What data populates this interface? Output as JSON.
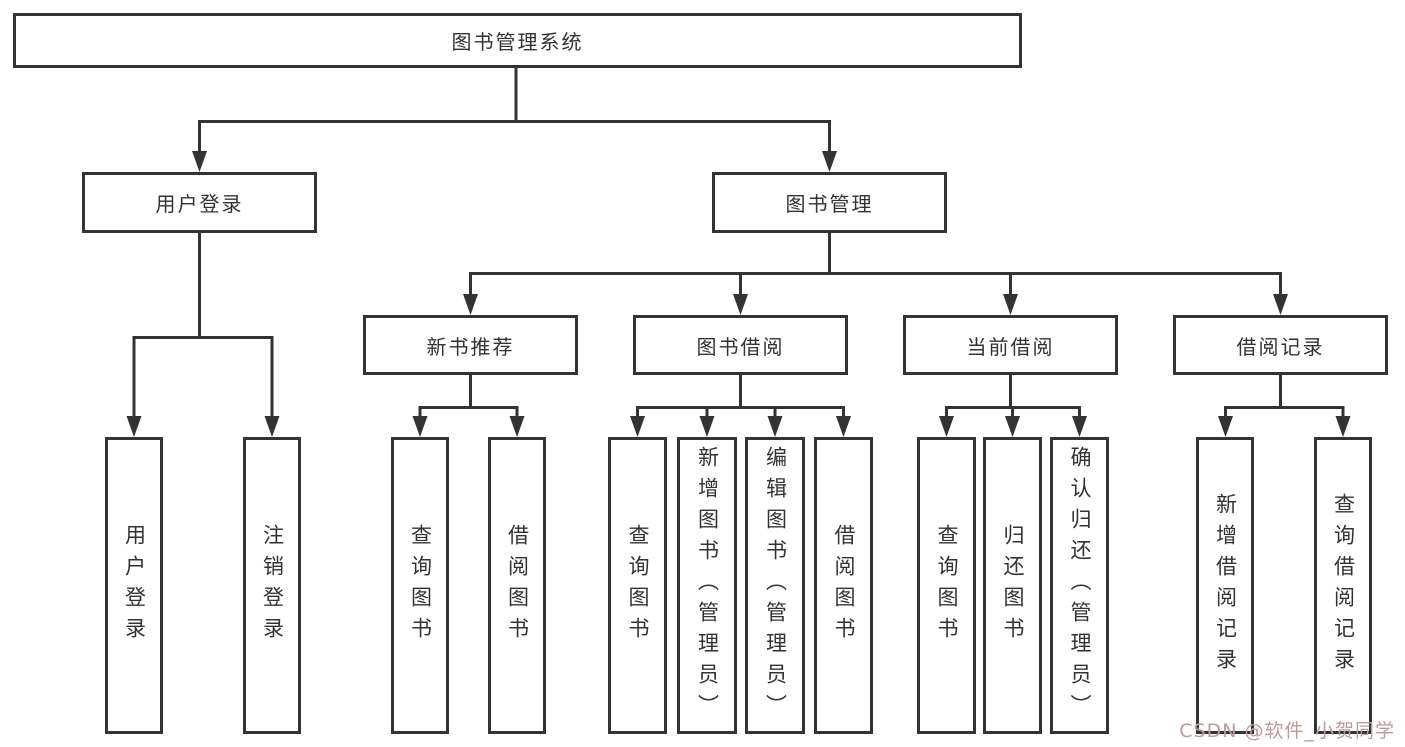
{
  "diagram": {
    "root": {
      "label": "图书管理系统"
    },
    "level2": [
      {
        "label": "用户登录"
      },
      {
        "label": "图书管理"
      }
    ],
    "level3": [
      {
        "label": "新书推荐"
      },
      {
        "label": "图书借阅"
      },
      {
        "label": "当前借阅"
      },
      {
        "label": "借阅记录"
      }
    ],
    "leaves": {
      "user_login": [
        {
          "label": "用户登录"
        },
        {
          "label": "注销登录"
        }
      ],
      "new_books": [
        {
          "label": "查询图书"
        },
        {
          "label": "借阅图书"
        }
      ],
      "book_borrow": [
        {
          "label": "查询图书"
        },
        {
          "label": "新增图书（管理员）"
        },
        {
          "label": "编辑图书（管理员）"
        },
        {
          "label": "借阅图书"
        }
      ],
      "current_borrow": [
        {
          "label": "查询图书"
        },
        {
          "label": "归还图书"
        },
        {
          "label": "确认归还（管理员）"
        }
      ],
      "borrow_records": [
        {
          "label": "新增借阅记录"
        },
        {
          "label": "查询借阅记录"
        }
      ]
    }
  },
  "watermark": {
    "text": "CSDN @软件_小贺同学"
  },
  "colors": {
    "line": "#333333",
    "border": "#333333",
    "text": "#333333",
    "watermark": "#c09a9a",
    "background": "#ffffff"
  }
}
